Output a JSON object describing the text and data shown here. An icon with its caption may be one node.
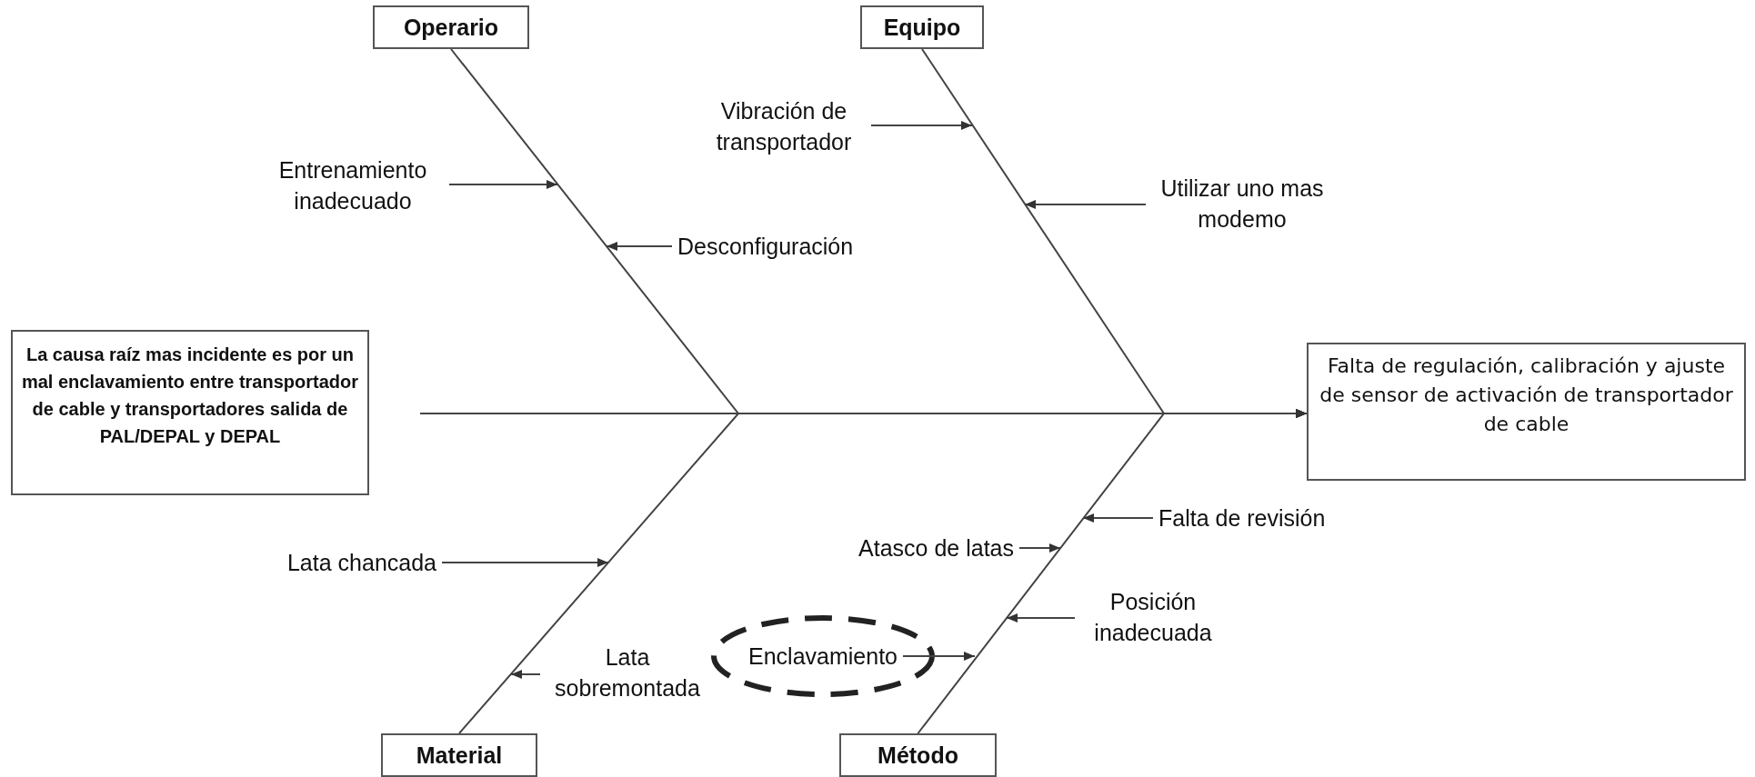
{
  "diagram": {
    "nodes": [
      {
        "text": [
          "Operario"
        ]
      },
      {
        "text": [
          "Equipo"
        ]
      },
      {
        "text": [
          "Vibración de transportador"
        ]
      },
      {
        "text": [
          "Entrenamiento inadecuado"
        ]
      },
      {
        "text": [
          "Utilizar uno mas modemo"
        ]
      },
      {
        "text": [
          "Desconfiguración"
        ]
      },
      {
        "text": [
          "La causa raíz mas incidente es por un mal enclavamiento entre transportador de cable y transportadores salida de PAL/DEPAL y DEPAL"
        ]
      },
      {
        "text": [
          "Falta de regulación, calibración y ajuste de sensor de activación de transportador de cable"
        ]
      },
      {
        "text": [
          "Falta de revisión"
        ]
      },
      {
        "text": [
          "Atasco de latas"
        ]
      },
      {
        "text": [
          "Lata chancada"
        ]
      },
      {
        "text": [
          "Posición inadecuada"
        ]
      },
      {
        "text": [
          "Lata sobremontada"
        ]
      },
      {
        "text": [
          "Enclavamiento"
        ]
      },
      {
        "text": [
          "Material"
        ]
      },
      {
        "text": [
          "Método"
        ]
      }
    ],
    "edges": [
      {
        "from": null,
        "to": 7,
        "arrow": "to"
      },
      {
        "from": 0,
        "to": 7,
        "arrow": "to"
      },
      {
        "from": 1,
        "to": 7,
        "arrow": "to"
      },
      {
        "from": 14,
        "to": 7,
        "arrow": "to"
      },
      {
        "from": 15,
        "to": 7,
        "arrow": "to"
      },
      {
        "from": 2,
        "to": null,
        "arrow": "to"
      },
      {
        "from": 3,
        "to": null,
        "arrow": "to"
      },
      {
        "from": 4,
        "to": null,
        "arrow": "to"
      },
      {
        "from": 5,
        "to": null,
        "arrow": "to"
      },
      {
        "from": 8,
        "to": null,
        "arrow": "to"
      },
      {
        "from": 9,
        "to": null,
        "arrow": "to"
      },
      {
        "from": 10,
        "to": null,
        "arrow": "to"
      },
      {
        "from": 11,
        "to": null,
        "arrow": "to"
      },
      {
        "from": 12,
        "to": null,
        "arrow": "to"
      },
      {
        "from": 13,
        "to": null,
        "arrow": "to"
      }
    ]
  }
}
